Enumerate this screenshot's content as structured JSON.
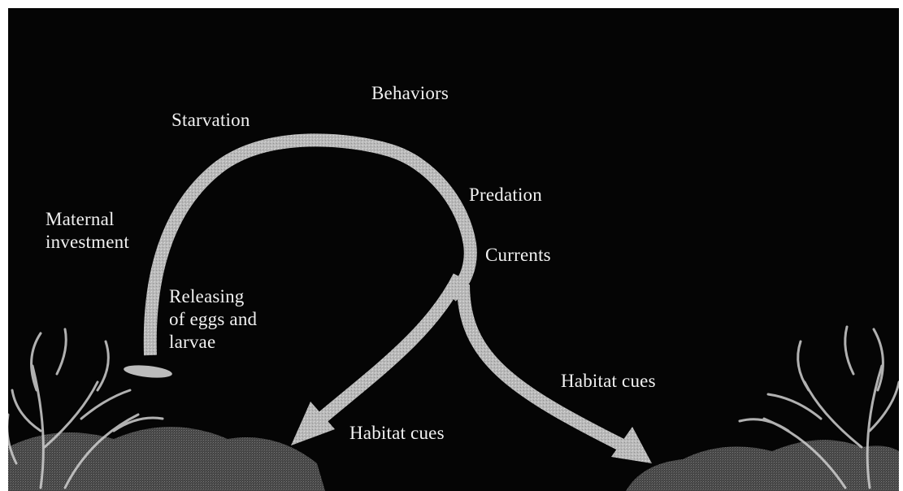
{
  "diagram": {
    "labels": {
      "behaviors": "Behaviors",
      "starvation": "Starvation",
      "maternal_investment": "Maternal\ninvestment",
      "releasing": "Releasing\nof eggs and\nlarvae",
      "predation": "Predation",
      "currents": "Currents",
      "habitat_cues_left": "Habitat cues",
      "habitat_cues_right": "Habitat cues"
    },
    "colors": {
      "background": "#050505",
      "arrow": "#bdbdbd",
      "text": "#f1f1f1",
      "coral": "#cfcfcf"
    },
    "icons": [
      "coral-left-icon",
      "coral-right-icon",
      "larva-icon",
      "rock-left-icon",
      "rock-right-icon"
    ]
  }
}
